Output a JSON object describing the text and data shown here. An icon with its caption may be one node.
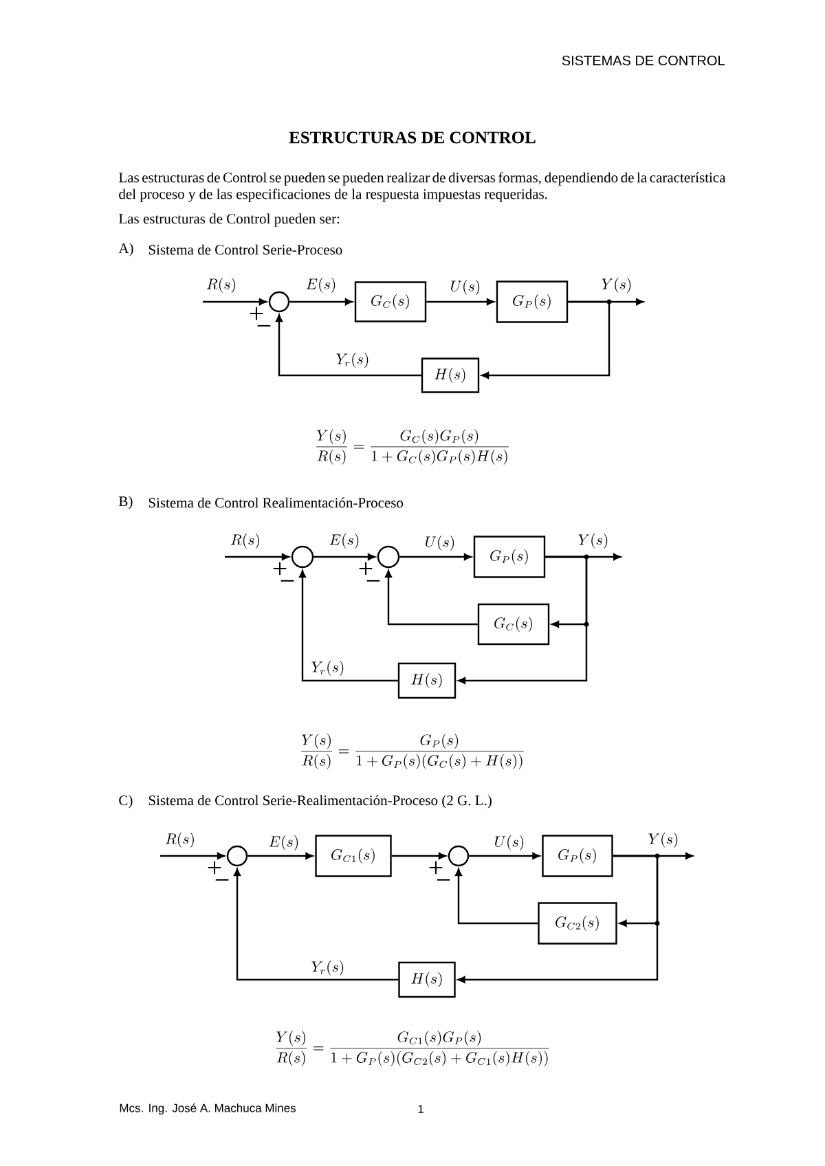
{
  "diagram": {
    "title": "ESTRUCTURAS DE CONTROL",
    "nodes": [
      {
        "text": [],
        "shape": "circle",
        "beside": [
          "+",
          "−"
        ]
      },
      {
        "text": [
          "G_C(s)"
        ]
      },
      {
        "text": [
          "G_P(s)"
        ]
      },
      {
        "text": [
          "H(s)"
        ]
      },
      {
        "text": [],
        "shape": "circle",
        "beside": [
          "+",
          "−"
        ]
      },
      {
        "text": [],
        "shape": "circle",
        "beside": [
          "+",
          "−"
        ]
      },
      {
        "text": [
          "G_P(s)"
        ]
      },
      {
        "text": [
          "G_C(s)"
        ]
      },
      {
        "text": [
          "H(s)"
        ]
      },
      {
        "text": [],
        "shape": "circle",
        "beside": [
          "+",
          "−"
        ]
      },
      {
        "text": [
          "G_{C1}(s)"
        ]
      },
      {
        "text": [],
        "shape": "circle",
        "beside": [
          "+",
          "−"
        ]
      },
      {
        "text": [
          "G_P(s)"
        ]
      },
      {
        "text": [
          "G_{C2}(s)"
        ]
      },
      {
        "text": [
          "H(s)"
        ]
      }
    ],
    "edges": [
      {
        "from": null,
        "to": 0,
        "arrow": "to",
        "label": "R(s)"
      },
      {
        "from": 0,
        "to": 1,
        "arrow": "to",
        "label": "E(s)"
      },
      {
        "from": 1,
        "to": 2,
        "arrow": "to",
        "label": "U(s)"
      },
      {
        "from": 2,
        "to": null,
        "arrow": "to",
        "label": "Y(s)"
      },
      {
        "from": 2,
        "to": 3,
        "arrow": "to"
      },
      {
        "from": 3,
        "to": 0,
        "arrow": "to",
        "label": "Y_r(s)"
      },
      {
        "from": null,
        "to": 4,
        "arrow": "to",
        "label": "R(s)"
      },
      {
        "from": 4,
        "to": 5,
        "arrow": "to",
        "label": "E(s)"
      },
      {
        "from": 5,
        "to": 6,
        "arrow": "to",
        "label": "U(s)"
      },
      {
        "from": 6,
        "to": null,
        "arrow": "to",
        "label": "Y(s)"
      },
      {
        "from": 6,
        "to": 7,
        "arrow": "to"
      },
      {
        "from": 6,
        "to": 8,
        "arrow": "to"
      },
      {
        "from": 7,
        "to": 5,
        "arrow": "to"
      },
      {
        "from": 8,
        "to": 4,
        "arrow": "to",
        "label": "Y_r(s)"
      },
      {
        "from": null,
        "to": 9,
        "arrow": "to",
        "label": "R(s)"
      },
      {
        "from": 9,
        "to": 10,
        "arrow": "to",
        "label": "E(s)"
      },
      {
        "from": 10,
        "to": 11,
        "arrow": "to"
      },
      {
        "from": 11,
        "to": 12,
        "arrow": "to",
        "label": "U(s)"
      },
      {
        "from": 12,
        "to": null,
        "arrow": "to",
        "label": "Y(s)"
      },
      {
        "from": 12,
        "to": 13,
        "arrow": "to"
      },
      {
        "from": 12,
        "to": 14,
        "arrow": "to"
      },
      {
        "from": 13,
        "to": 11,
        "arrow": "to"
      },
      {
        "from": 14,
        "to": 9,
        "arrow": "to",
        "label": "Y_r(s)"
      }
    ],
    "labels": [
      "SISTEMAS DE CONTROL",
      "Las estructuras de Control se pueden se pueden realizar de diversas formas, dependiendo de la característica del proceso y de las especificaciones de la respuesta impuestas requeridas.",
      "Las estructuras de Control pueden ser:",
      "A)",
      "Sistema de Control Serie-Proceso",
      "\\frac{Y(s)}{R(s)}=\\frac{G_C(s)G_P(s)}{1+G_C(s)G_P(s)H(s)}",
      "B)",
      "Sistema de Control Realimentación-Proceso",
      "\\frac{Y(s)}{R(s)}=\\frac{G_P(s)}{1+G_P(s)(G_C(s)+H(s))}",
      "C)",
      "Sistema de Control Serie-Realimentación-Proceso (2 G. L.)",
      "\\frac{Y(s)}{R(s)}=\\frac{G_{C1}(s)G_P(s)}{1+G_P(s)(G_{C2}(s)+G_{C1}(s)H(s))}",
      "Mcs. Ing. José A. Machuca Mines",
      "1"
    ]
  }
}
